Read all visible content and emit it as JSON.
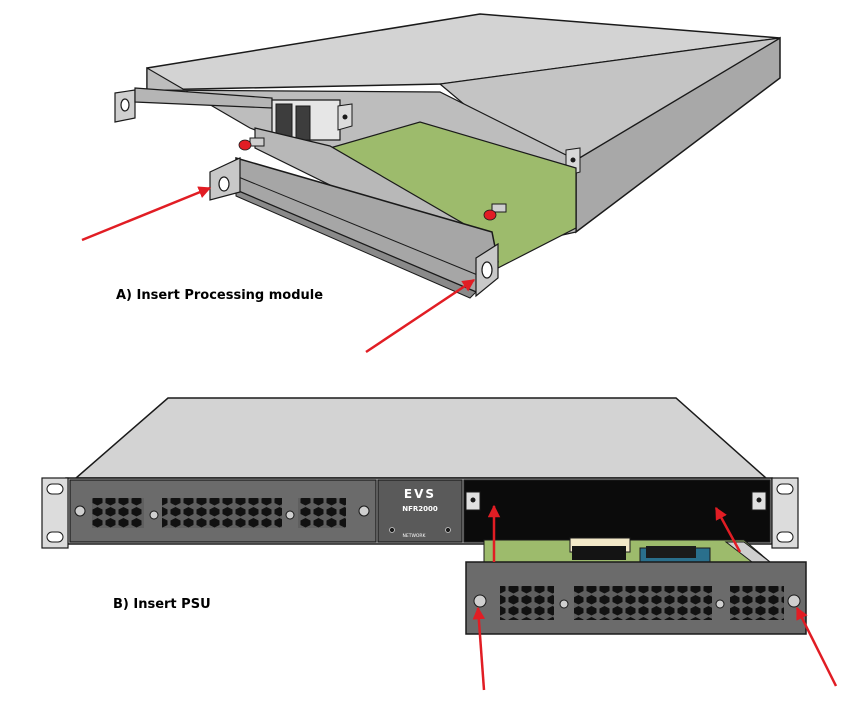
{
  "steps": [
    {
      "caption": "A) Insert Processing module"
    },
    {
      "caption": "B) Insert PSU"
    }
  ],
  "device": {
    "brand": "EVS",
    "model": "NFR2000",
    "subtext": "NETWORK"
  },
  "colors": {
    "arrow": "#e11d24",
    "chassis_top": "#d3d3d3",
    "chassis_side": "#9a9a9a",
    "pcb": "#9dbb6c",
    "bezel": "#6b6b6b"
  }
}
